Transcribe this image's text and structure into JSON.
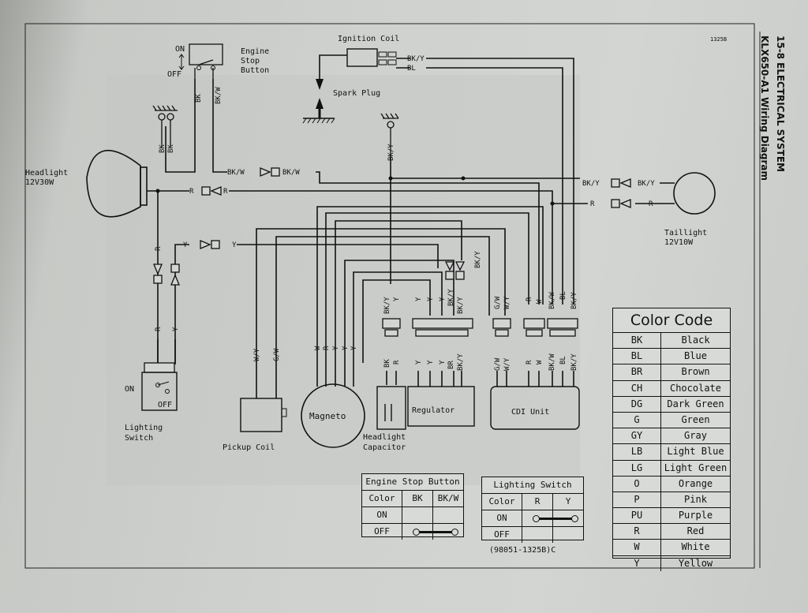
{
  "page": {
    "number": "15-8",
    "section": "ELECTRICAL SYSTEM",
    "subtitle": "KLX650-A1 Wiring Diagram",
    "ref_small": "1325B",
    "diagram_code": "(98051-1325B)C"
  },
  "components": {
    "headlight": "Headlight",
    "headlight_rating": "12V30W",
    "engine_stop": "Engine",
    "engine_stop_2": "Stop",
    "engine_stop_3": "Button",
    "ignition_coil": "Ignition Coil",
    "spark_plug": "Spark Plug",
    "taillight": "Taillight",
    "taillight_rating": "12V10W",
    "lighting_switch": "Lighting",
    "lighting_switch_2": "Switch",
    "pickup_coil": "Pickup Coil",
    "magneto": "Magneto",
    "headlight_capacitor": "Headlight",
    "headlight_capacitor_2": "Capacitor",
    "regulator": "Regulator",
    "cdi_unit": "CDI Unit",
    "on": "ON",
    "off": "OFF"
  },
  "wires": {
    "bk": "BK",
    "bkw": "BK/W",
    "bky": "BK/Y",
    "bl": "BL",
    "r": "R",
    "y": "Y",
    "w": "W",
    "wy": "W/Y",
    "gw": "G/W",
    "br": "BR"
  },
  "color_code": {
    "title": "Color Code",
    "rows": [
      {
        "code": "BK",
        "name": "Black"
      },
      {
        "code": "BL",
        "name": "Blue"
      },
      {
        "code": "BR",
        "name": "Brown"
      },
      {
        "code": "CH",
        "name": "Chocolate"
      },
      {
        "code": "DG",
        "name": "Dark Green"
      },
      {
        "code": "G",
        "name": "Green"
      },
      {
        "code": "GY",
        "name": "Gray"
      },
      {
        "code": "LB",
        "name": "Light Blue"
      },
      {
        "code": "LG",
        "name": "Light Green"
      },
      {
        "code": "O",
        "name": "Orange"
      },
      {
        "code": "P",
        "name": "Pink"
      },
      {
        "code": "PU",
        "name": "Purple"
      },
      {
        "code": "R",
        "name": "Red"
      },
      {
        "code": "W",
        "name": "White"
      },
      {
        "code": "Y",
        "name": "Yellow"
      }
    ]
  },
  "engine_stop_table": {
    "title": "Engine Stop Button",
    "headers": [
      "Color",
      "BK",
      "BK/W"
    ],
    "rows": [
      "ON",
      "OFF"
    ]
  },
  "lighting_switch_table": {
    "title": "Lighting Switch",
    "headers": [
      "Color",
      "R",
      "Y"
    ],
    "rows": [
      "ON",
      "OFF"
    ]
  }
}
